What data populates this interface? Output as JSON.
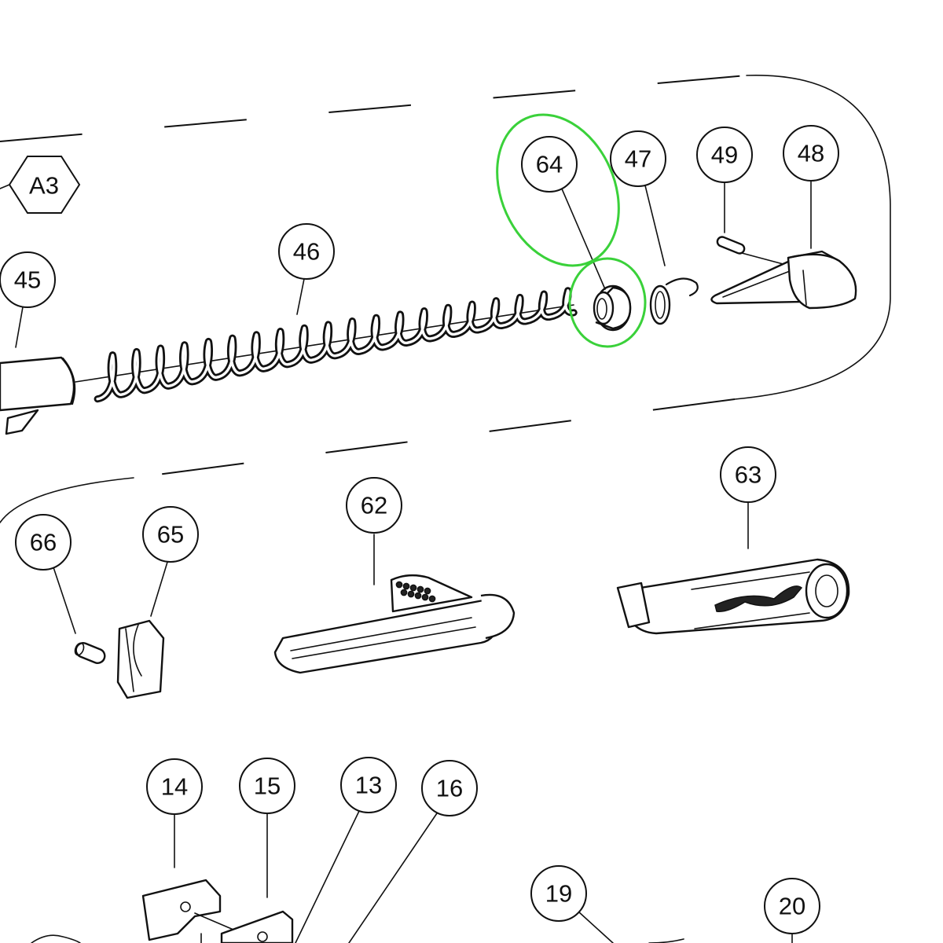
{
  "highlight_color": "#3ad13a",
  "section_label": "A3",
  "callouts": {
    "c45": "45",
    "c46": "46",
    "c64": "64",
    "c47": "47",
    "c49": "49",
    "c48": "48",
    "c63": "63",
    "c62": "62",
    "c66": "66",
    "c65": "65",
    "c14": "14",
    "c15": "15",
    "c13": "13",
    "c16": "16",
    "c19": "19",
    "c20": "20"
  }
}
